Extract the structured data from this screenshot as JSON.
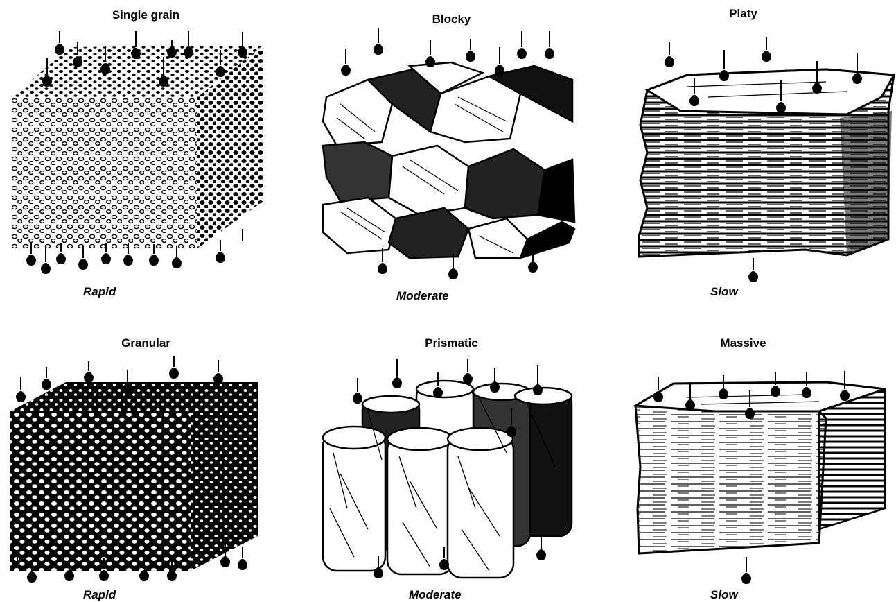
{
  "figure": {
    "panels": [
      {
        "id": "single-grain",
        "name": "Single grain",
        "drainage": "Rapid"
      },
      {
        "id": "blocky",
        "name": "Blocky",
        "drainage": "Moderate"
      },
      {
        "id": "platy",
        "name": "Platy",
        "drainage": "Slow"
      },
      {
        "id": "granular",
        "name": "Granular",
        "drainage": "Rapid"
      },
      {
        "id": "prismatic",
        "name": "Prismatic",
        "drainage": "Moderate"
      },
      {
        "id": "massive",
        "name": "Massive",
        "drainage": "Slow"
      }
    ]
  }
}
